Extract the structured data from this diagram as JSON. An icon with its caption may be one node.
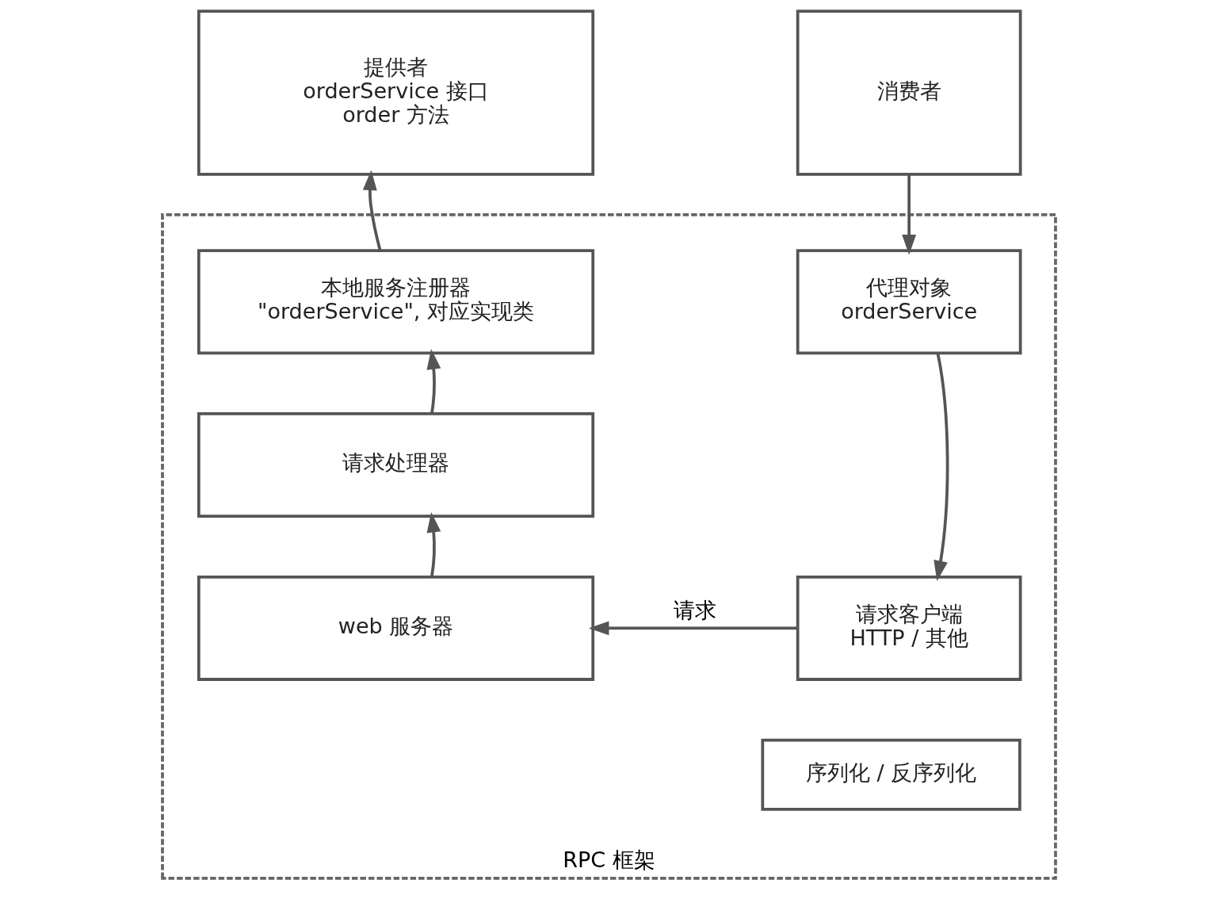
{
  "diagram": {
    "nodes": [
      {
        "text": [
          "RPC 框架"
        ]
      },
      {
        "text": [
          "消费者"
        ]
      },
      {
        "text": [
          "提供者",
          "orderService 接口",
          "order 方法"
        ]
      },
      {
        "text": [
          "代理对象",
          "orderService"
        ],
        "in": 0
      },
      {
        "text": [
          "请求客户端",
          "HTTP / 其他"
        ],
        "in": 0
      },
      {
        "text": [
          "序列化 / 反序列化"
        ],
        "in": 0
      },
      {
        "text": [
          "web 服务器"
        ],
        "in": 0
      },
      {
        "text": [
          "请求处理器"
        ],
        "in": 0
      },
      {
        "text": [
          "本地服务注册器",
          "\"orderService\", 对应实现类"
        ],
        "in": 0
      }
    ],
    "edges": [
      {
        "from": 1,
        "to": 3,
        "arrow": "to"
      },
      {
        "from": 3,
        "to": 4,
        "arrow": "to"
      },
      {
        "from": 4,
        "to": 6,
        "label": "请求",
        "arrow": "to"
      },
      {
        "from": 6,
        "to": 7,
        "arrow": "to"
      },
      {
        "from": 7,
        "to": 8,
        "arrow": "to"
      },
      {
        "from": 8,
        "to": 2,
        "arrow": "to"
      }
    ]
  }
}
